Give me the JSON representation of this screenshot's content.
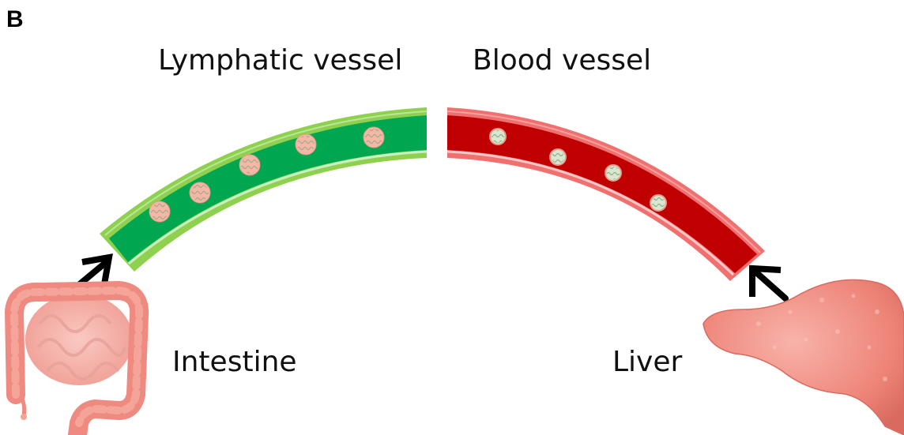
{
  "figure": {
    "panel_letter": "B",
    "labels": {
      "lymphatic_vessel": "Lymphatic vessel",
      "blood_vessel": "Blood vessel",
      "intestine": "Intestine",
      "liver": "Liver"
    },
    "colors": {
      "lymph_outer": "#8fd14f",
      "lymph_lumen": "#00a650",
      "lymph_inner_line": "#c9f0c4",
      "blood_outer": "#f07070",
      "blood_lumen": "#c00000",
      "blood_inner_line": "#f8c8c8",
      "organ": "#f08a80",
      "arrow": "#000000"
    },
    "lymph_particle_count": 5,
    "blood_particle_count": 4
  }
}
